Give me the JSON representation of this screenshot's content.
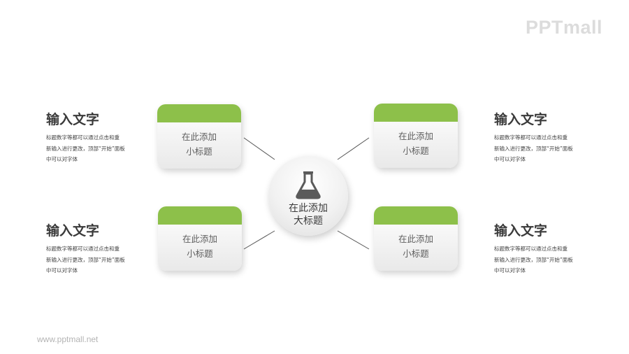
{
  "brand": {
    "logo_text": "PPTmall",
    "footer_url": "www.pptmall.net"
  },
  "center": {
    "title_line1": "在此添加",
    "title_line2": "大标题",
    "icon": "flask-icon"
  },
  "cards": [
    {
      "line1": "在此添加",
      "line2": "小标题"
    },
    {
      "line1": "在此添加",
      "line2": "小标题"
    },
    {
      "line1": "在此添加",
      "line2": "小标题"
    },
    {
      "line1": "在此添加",
      "line2": "小标题"
    }
  ],
  "text_blocks": [
    {
      "title": "输入文字",
      "body_line1": "标题数字等都可以通过点击和重",
      "body_line2": "新输入进行更改，顶部“开始”面板",
      "body_line3": "中可以对字体"
    },
    {
      "title": "输入文字",
      "body_line1": "标题数字等都可以通过点击和重",
      "body_line2": "新输入进行更改，顶部“开始”面板",
      "body_line3": "中可以对字体"
    },
    {
      "title": "输入文字",
      "body_line1": "标题数字等都可以通过点击和重",
      "body_line2": "新输入进行更改，顶部“开始”面板",
      "body_line3": "中可以对字体"
    },
    {
      "title": "输入文字",
      "body_line1": "标题数字等都可以通过点击和重",
      "body_line2": "新输入进行更改，顶部“开始”面板",
      "body_line3": "中可以对字体"
    }
  ],
  "colors": {
    "accent_green": "#8dc04a",
    "connector": "#555555"
  }
}
